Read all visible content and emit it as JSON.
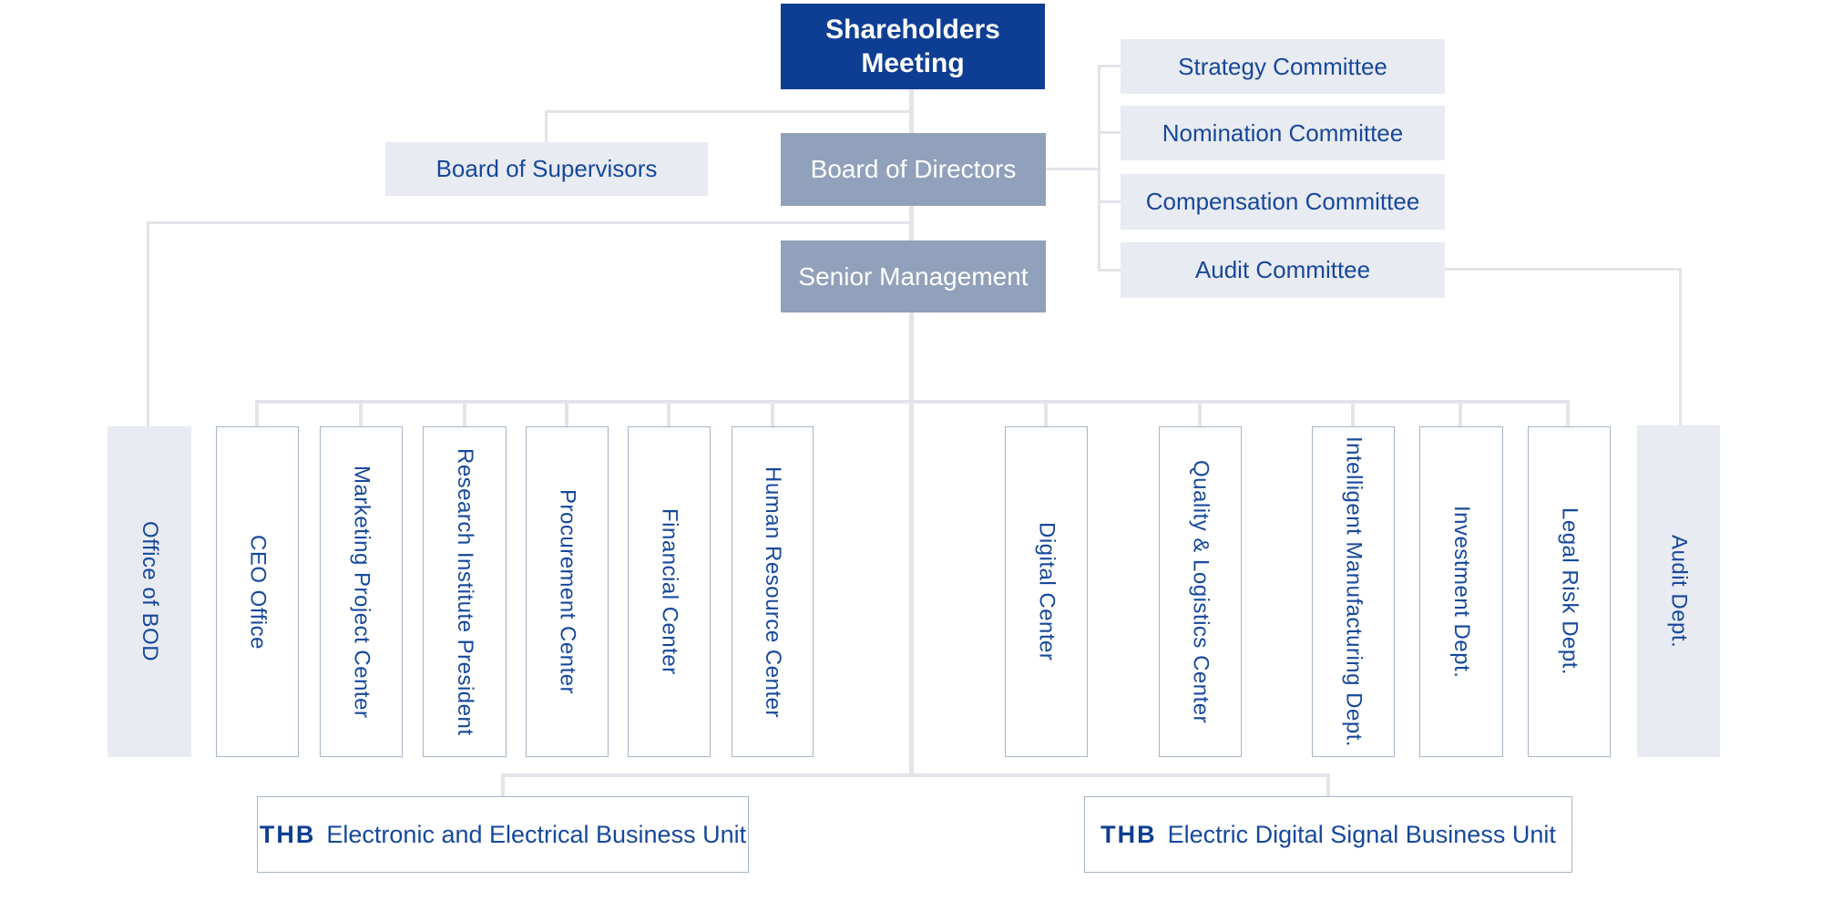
{
  "colors": {
    "primary_blue": "#0d3e93",
    "steel_blue": "#91a1bb",
    "light_fill": "#e9ebf2",
    "text_blue": "#16489c",
    "line": "#e3e4e9",
    "border": "#a7b4c6"
  },
  "nodes": {
    "shareholders_meeting": "Shareholders Meeting",
    "board_of_supervisors": "Board of Supervisors",
    "board_of_directors": "Board of Directors",
    "senior_management": "Senior Management"
  },
  "committees": [
    "Strategy Committee",
    "Nomination Committee",
    "Compensation Committee",
    "Audit Committee"
  ],
  "departments_left": [
    "Office of BOD",
    "CEO Office",
    "Marketing Project Center",
    "Research Institute President",
    "Procurement Center",
    "Financial Center",
    "Human Resource Center"
  ],
  "departments_right": [
    "Digital Center",
    "Quality & Logistics Center",
    "Intelligent Manufacturing Dept.",
    "Investment Dept.",
    "Legal Risk Dept.",
    "Audit Dept."
  ],
  "business_units": [
    {
      "brand": "THB",
      "label": "Electronic and Electrical Business Unit"
    },
    {
      "brand": "THB",
      "label": "Electric Digital Signal Business Unit"
    }
  ]
}
